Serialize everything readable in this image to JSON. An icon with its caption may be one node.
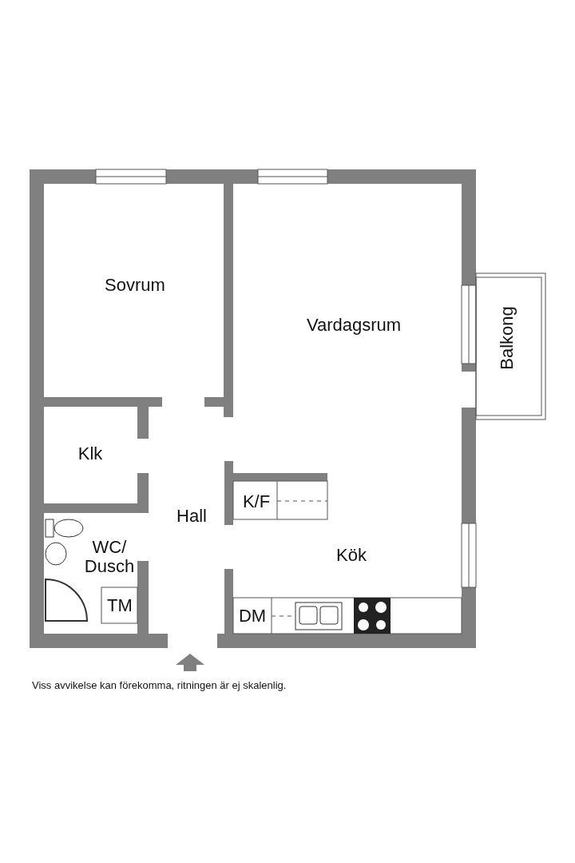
{
  "diagram": {
    "caption": "Viss avvikelse kan förekomma, ritningen är ej skalenlig.",
    "labels": [
      "Sovrum",
      "Vardagsrum",
      "Balkong",
      "Klk",
      "Hall",
      "K/F",
      "WC/ Dusch",
      "TM",
      "Kök",
      "DM"
    ]
  }
}
